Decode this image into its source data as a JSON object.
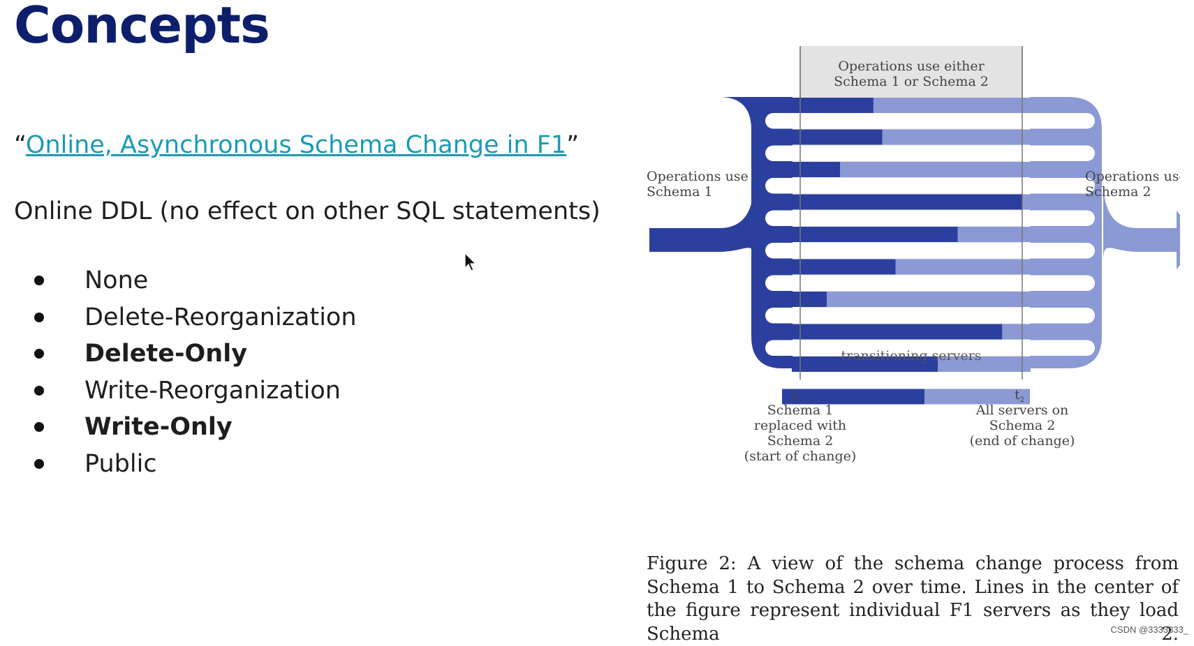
{
  "slide": {
    "title": "Concepts",
    "quote_open": "“",
    "quote_link": "Online, Asynchronous Schema Change in F1",
    "quote_close": "”",
    "subtitle": "Online DDL (no effect on other SQL statements)",
    "bullets": [
      {
        "label": "None",
        "bold": false
      },
      {
        "label": "Delete-Reorganization",
        "bold": false
      },
      {
        "label": "Delete-Only",
        "bold": true
      },
      {
        "label": "Write-Reorganization",
        "bold": false
      },
      {
        "label": "Write-Only",
        "bold": true
      },
      {
        "label": "Public",
        "bold": false
      }
    ]
  },
  "figure": {
    "top_label_1": "Operations use either",
    "top_label_2": "Schema 1 or Schema 2",
    "left_label_1": "Operations use",
    "left_label_2": "Schema 1",
    "right_label_1": "Operations use",
    "right_label_2": "Schema 2",
    "bottom_band_label": "transitioning servers",
    "t1_label": "t",
    "t1_sub": "1",
    "t1_lines": [
      "Schema 1",
      "replaced with",
      "Schema 2",
      "(start of change)"
    ],
    "t2_label": "t",
    "t2_sub": "2",
    "t2_lines": [
      "All servers on",
      "Schema 2",
      "(end of change)"
    ],
    "server_switch_fractions": [
      0.37,
      0.18,
      1.0,
      0.71,
      0.43,
      0.12,
      0.91,
      0.62
    ],
    "colors": {
      "schema1": "#2b3f9e",
      "schema2": "#8b99d4",
      "band": "#e3e3e3",
      "server_bg": "#ececec"
    },
    "caption": "Figure 2: A view of the schema change process from Schema 1 to Schema 2 over time. Lines in the center of the figure represent individual F1 servers as they load Schema 2."
  },
  "watermark": "CSDN @3333333_"
}
